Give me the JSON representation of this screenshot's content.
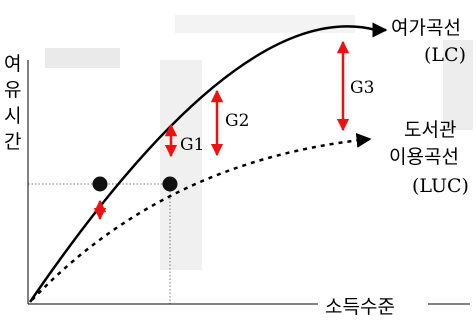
{
  "labels": {
    "y_axis": [
      "여",
      "유",
      "시",
      "간"
    ],
    "x_axis": "소득수준",
    "curve_upper_line1": "여가곡선",
    "curve_upper_line2": "(LC)",
    "curve_lower_line1": "도서관",
    "curve_lower_line2": "이용곡선",
    "curve_lower_line3": "(LUC)",
    "gaps": [
      "G1",
      "G2",
      "G3"
    ]
  },
  "colors": {
    "axis": "#000000",
    "curve": "#000000",
    "arrow": "#ee1111",
    "marker": "#111111",
    "guide": "#777777",
    "watermark": "#e9e9e9"
  }
}
